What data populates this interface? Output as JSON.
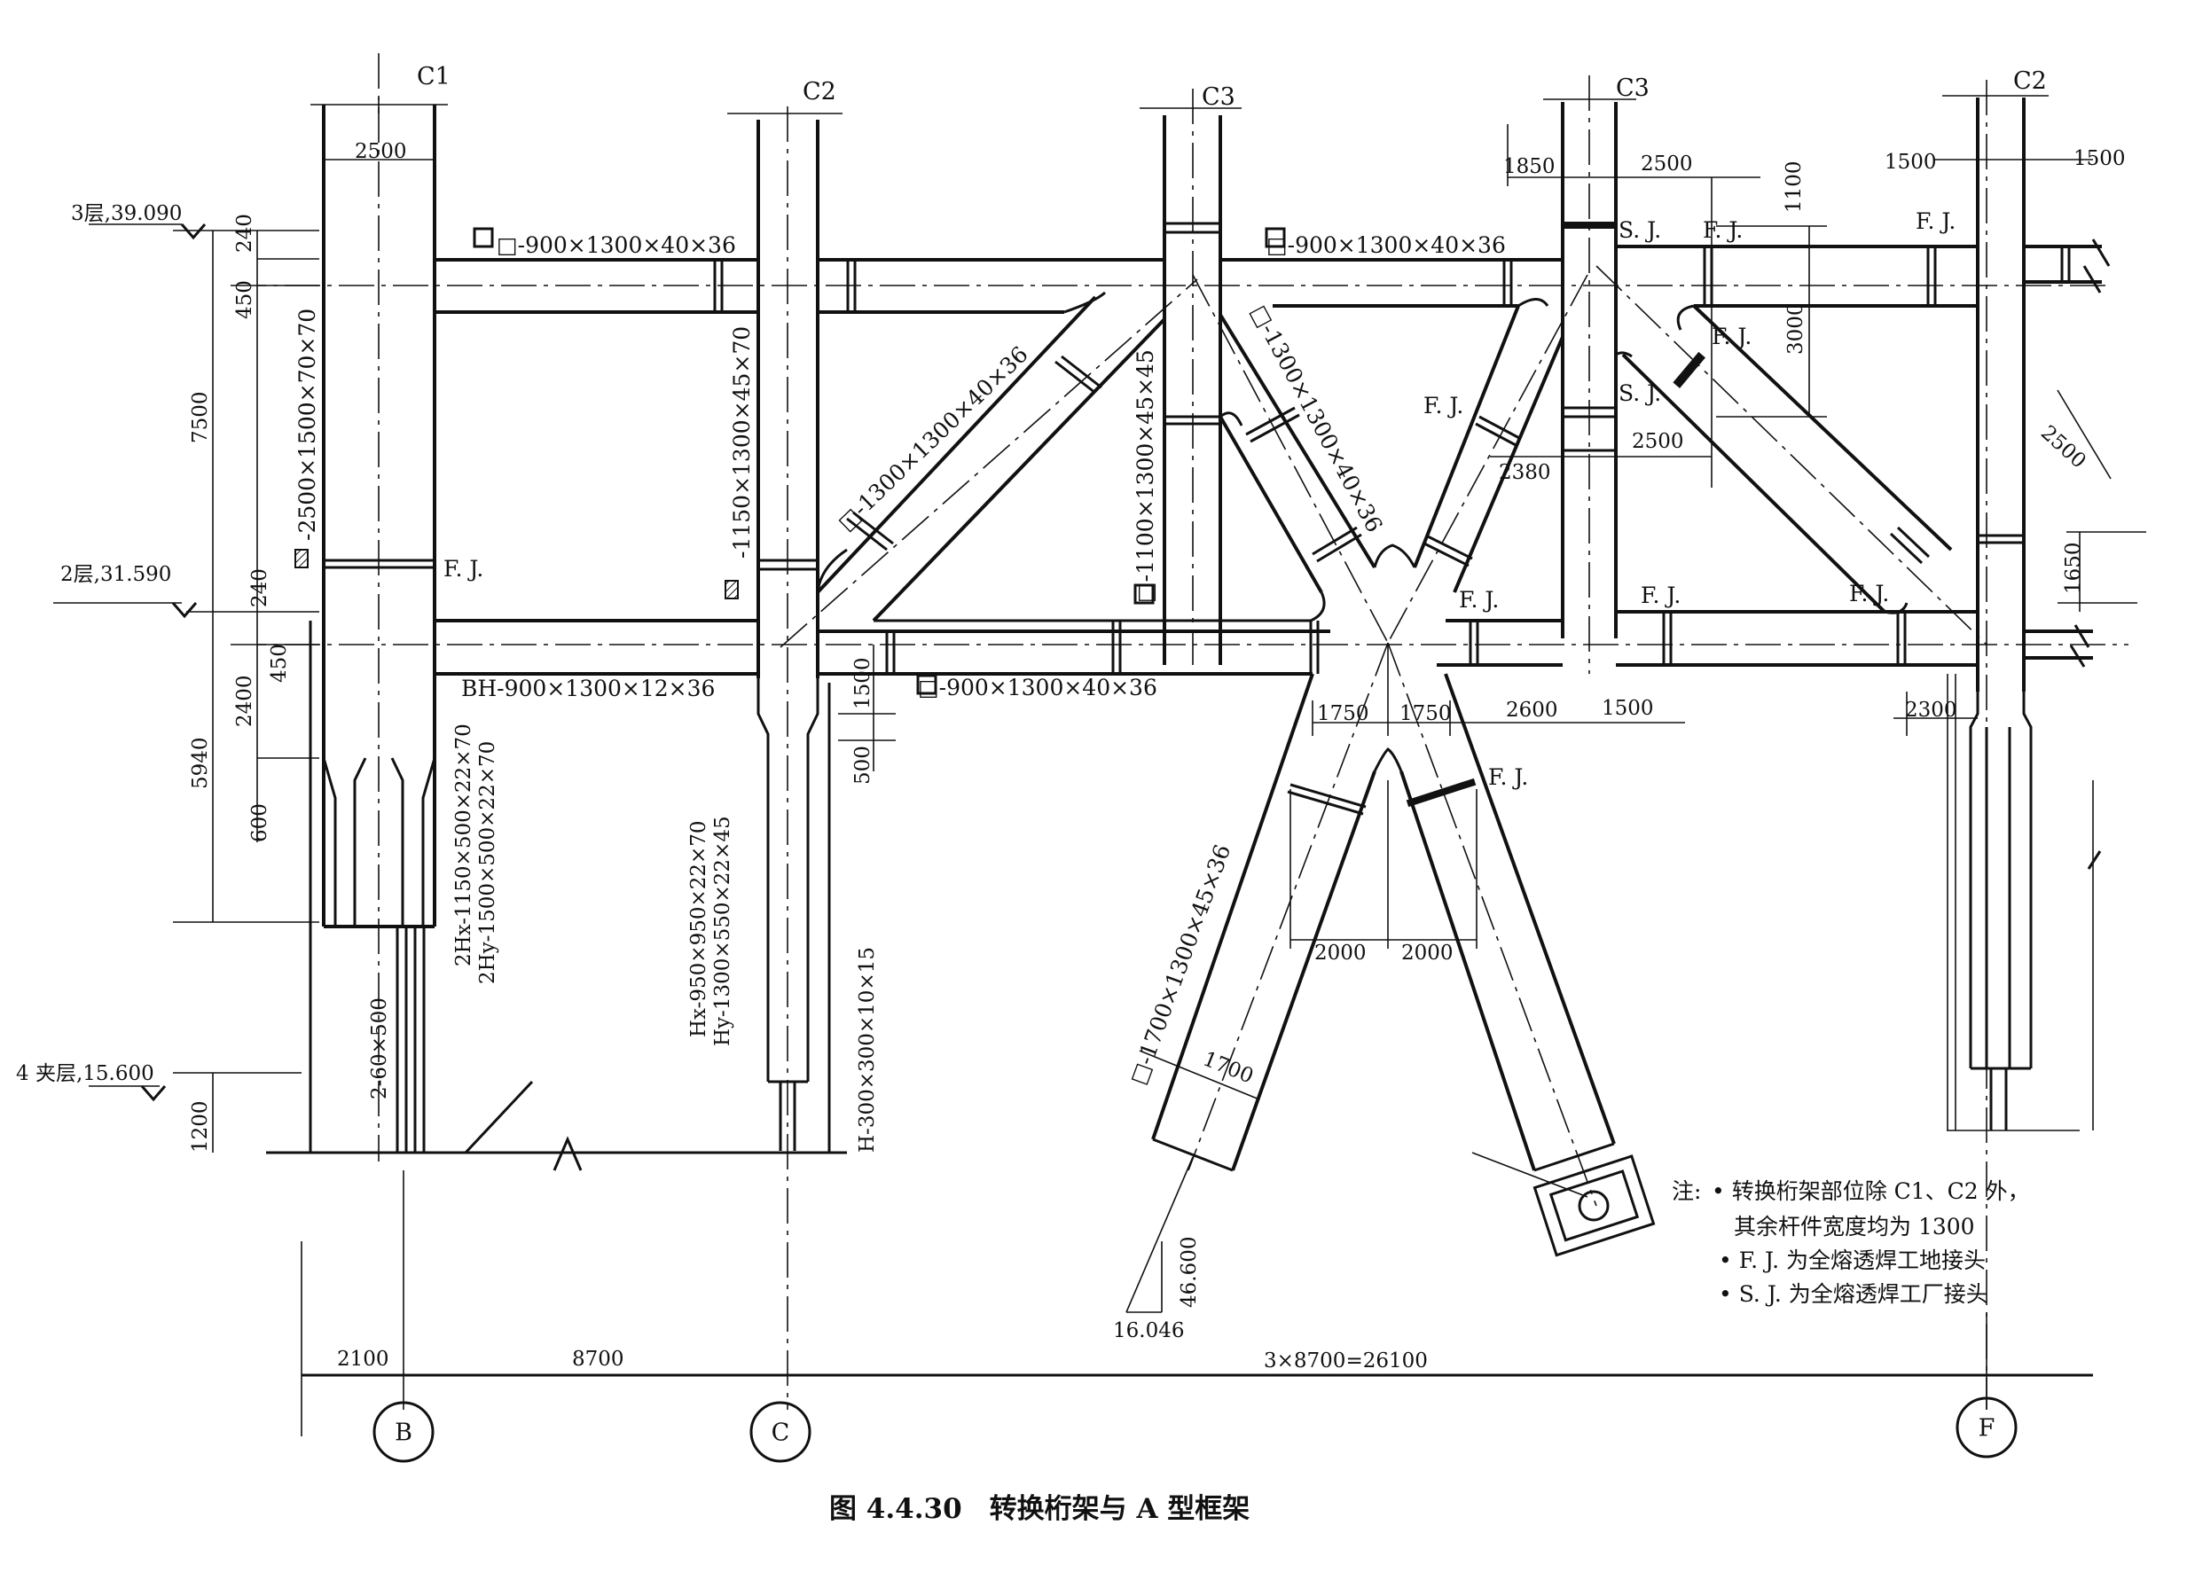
{
  "caption": "图 4.4.30　转换桁架与 A 型框架",
  "columns": {
    "c1": "C1",
    "c2_left": "C2",
    "c3_left": "C3",
    "c3_right": "C3",
    "c2_right": "C2"
  },
  "axes": {
    "b": "B",
    "c": "C",
    "f": "F"
  },
  "levels": {
    "level3": "3层,39.090",
    "level2": "2层,31.590",
    "mezz4": "4 夹层,15.600",
    "low": "16.046",
    "low2": "46.600"
  },
  "sections": {
    "chord_top_left": "□-900×1300×40×36",
    "chord_top_right": "□-900×1300×40×36",
    "chord_bottom_left": "BH-900×1300×12×36",
    "chord_bottom_mid": "□-900×1300×40×36",
    "c1_col": "-2500×1500×70×70",
    "c2_col": "-1150×1300×45×70",
    "c3_col": "□-1100×1300×45×45",
    "diag_left": "□-1300×1300×40×36",
    "diag_xtop": "□-1300×1300×40×36",
    "diag_xbot": "□-1700×1300×45×36",
    "c1_lower_x": "2Hx-1150×500×22×70",
    "c1_lower_y": "2Hy-1500×500×22×70",
    "c2_lower_x": "Hx-950×950×22×70",
    "c2_lower_y": "Hy-1300×550×22×45",
    "c1_base": "2-60×500",
    "c2_base": "H-300×300×10×15"
  },
  "joints": {
    "fj": "F. J.",
    "sj": "S. J."
  },
  "dims": {
    "d2500_c1": "2500",
    "d240_a": "240",
    "d450_a": "450",
    "d7500": "7500",
    "d240_b": "240",
    "d450_b": "450",
    "d2400": "2400",
    "d5940": "5940",
    "d600": "600",
    "d1200": "1200",
    "d1500_c2": "1500",
    "d500_c2": "500",
    "d1850": "1850",
    "d2500_c3": "2500",
    "d1100": "1100",
    "d3000": "3000",
    "d2500_c3b": "2500",
    "d2380": "2380",
    "d1500_l": "1500",
    "d1500_r": "1500",
    "d2500_diag": "2500",
    "d1650": "1650",
    "d2300": "2300",
    "d1750_a": "1750",
    "d1750_b": "1750",
    "d2600": "2600",
    "d1500_c": "1500",
    "d2000_a": "2000",
    "d2000_b": "2000",
    "d1700": "1700",
    "d2100": "2100",
    "d8700": "8700",
    "d26100": "3×8700=26100"
  },
  "notes": {
    "head": "注:",
    "line1": "• 转换桁架部位除 C1、C2 外，",
    "line2": "其余杆件宽度均为 1300",
    "line3": "• F. J. 为全熔透焊工地接头",
    "line4": "• S. J. 为全熔透焊工厂接头"
  }
}
